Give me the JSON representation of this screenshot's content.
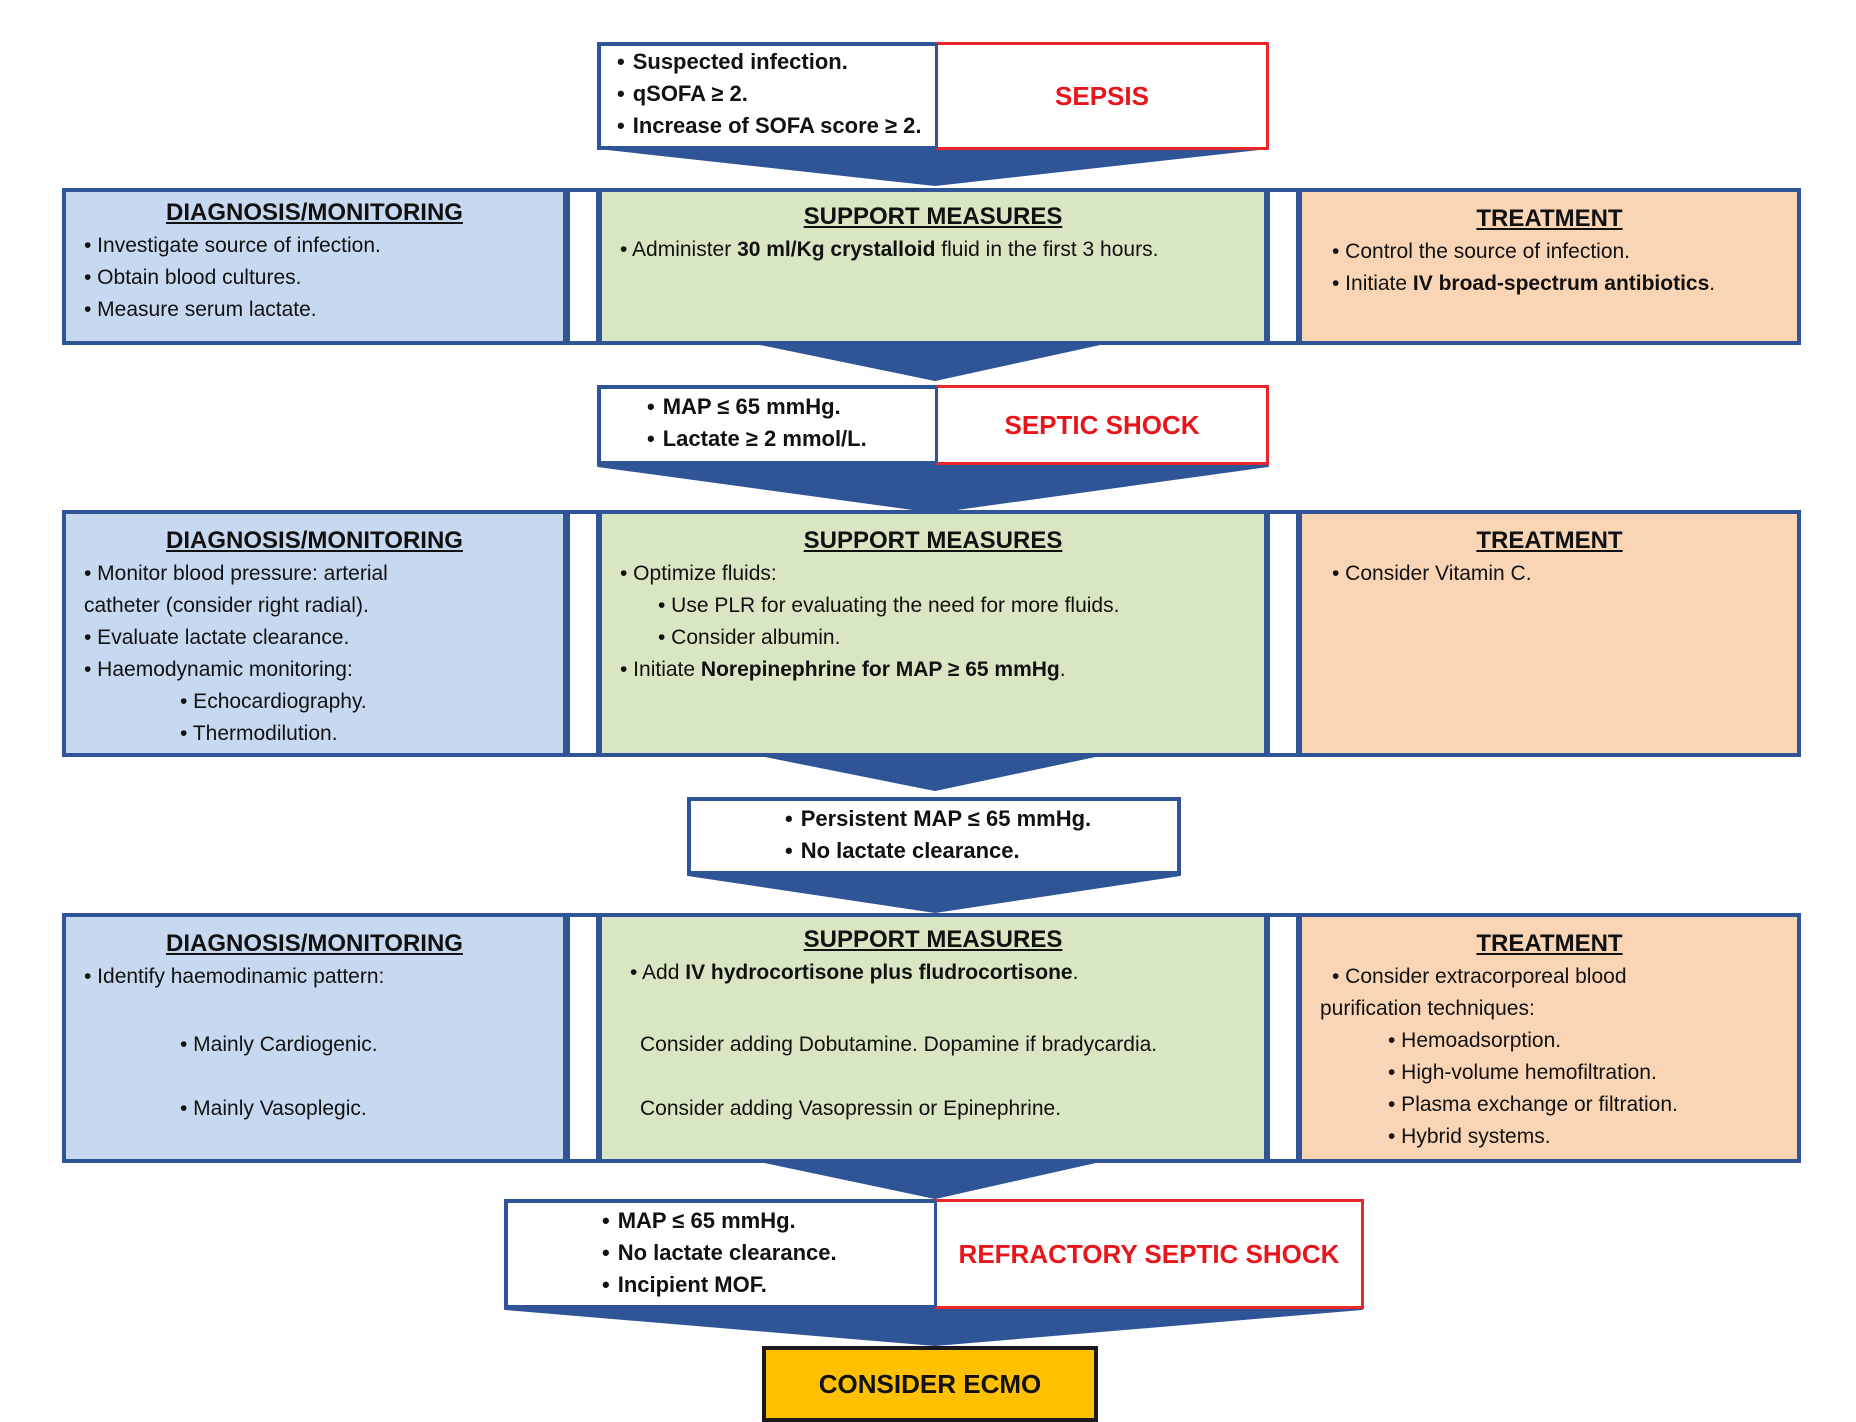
{
  "colors": {
    "border_blue": "#2f5597",
    "red_label": "#e8151b",
    "diagnosis_fill": "#c7d9f0",
    "support_fill": "#d8e6c4",
    "treatment_fill": "#f9d5b5",
    "ecmo_fill": "#ffc000"
  },
  "sepsis": {
    "criteria": [
      "Suspected infection.",
      "qSOFA ≥ 2.",
      "Increase of SOFA score ≥ 2."
    ],
    "label": "SEPSIS"
  },
  "row1": {
    "diagnosis": {
      "title": "DIAGNOSIS/MONITORING",
      "items": [
        "• Investigate source of infection.",
        "• Obtain blood cultures.",
        "• Measure serum lactate."
      ]
    },
    "support": {
      "title": "SUPPORT MEASURES",
      "item_prefix": "• Administer ",
      "item_bold": "30 ml/Kg crystalloid",
      "item_suffix": "  fluid in the first 3 hours."
    },
    "treatment": {
      "title": "TREATMENT",
      "item1": "• Control the source of infection.",
      "item2_prefix": "• Initiate ",
      "item2_bold": "IV broad-spectrum antibiotics",
      "item2_suffix": "."
    }
  },
  "septic_shock": {
    "criteria": [
      "MAP ≤ 65 mmHg.",
      "Lactate ≥ 2 mmol/L."
    ],
    "label": "SEPTIC SHOCK"
  },
  "row2": {
    "diagnosis": {
      "title": "DIAGNOSIS/MONITORING",
      "items": [
        "• Monitor blood pressure: arterial",
        "catheter (consider right radial).",
        "• Evaluate lactate clearance.",
        "• Haemodynamic monitoring:",
        "• Echocardiography.",
        "• Thermodilution."
      ]
    },
    "support": {
      "title": "SUPPORT MEASURES",
      "items": [
        "• Optimize fluids:",
        "• Use PLR for evaluating the need for more fluids.",
        "• Consider albumin."
      ],
      "last_prefix": "• Initiate ",
      "last_bold": "Norepinephrine for MAP ≥ 65 mmHg",
      "last_suffix": "."
    },
    "treatment": {
      "title": "TREATMENT",
      "items": [
        "• Consider  Vitamin C."
      ]
    }
  },
  "persistent": {
    "criteria": [
      "Persistent MAP ≤ 65 mmHg.",
      "No lactate clearance."
    ]
  },
  "row3": {
    "diagnosis": {
      "title": "DIAGNOSIS/MONITORING",
      "items": [
        "• Identify haemodinamic pattern:",
        "• Mainly Cardiogenic.",
        "• Mainly Vasoplegic."
      ]
    },
    "support": {
      "title": "SUPPORT MEASURES",
      "item_prefix": "• Add ",
      "item_bold": "IV hydrocortisone plus fludrocortisone",
      "item_suffix": ".",
      "cardiogenic": "Consider adding Dobutamine. Dopamine if bradycardia.",
      "vasoplegic": "Consider adding Vasopressin or Epinephrine."
    },
    "treatment": {
      "title": "TREATMENT",
      "items": [
        "• Consider extracorporeal blood",
        "purification techniques:",
        "• Hemoadsorption.",
        "• High-volume hemofiltration.",
        "• Plasma exchange or filtration.",
        "• Hybrid systems."
      ]
    }
  },
  "refractory": {
    "criteria": [
      "MAP ≤ 65 mmHg.",
      "No lactate clearance.",
      "Incipient MOF."
    ],
    "label": "REFRACTORY SEPTIC SHOCK"
  },
  "ecmo": {
    "label": "CONSIDER ECMO"
  }
}
